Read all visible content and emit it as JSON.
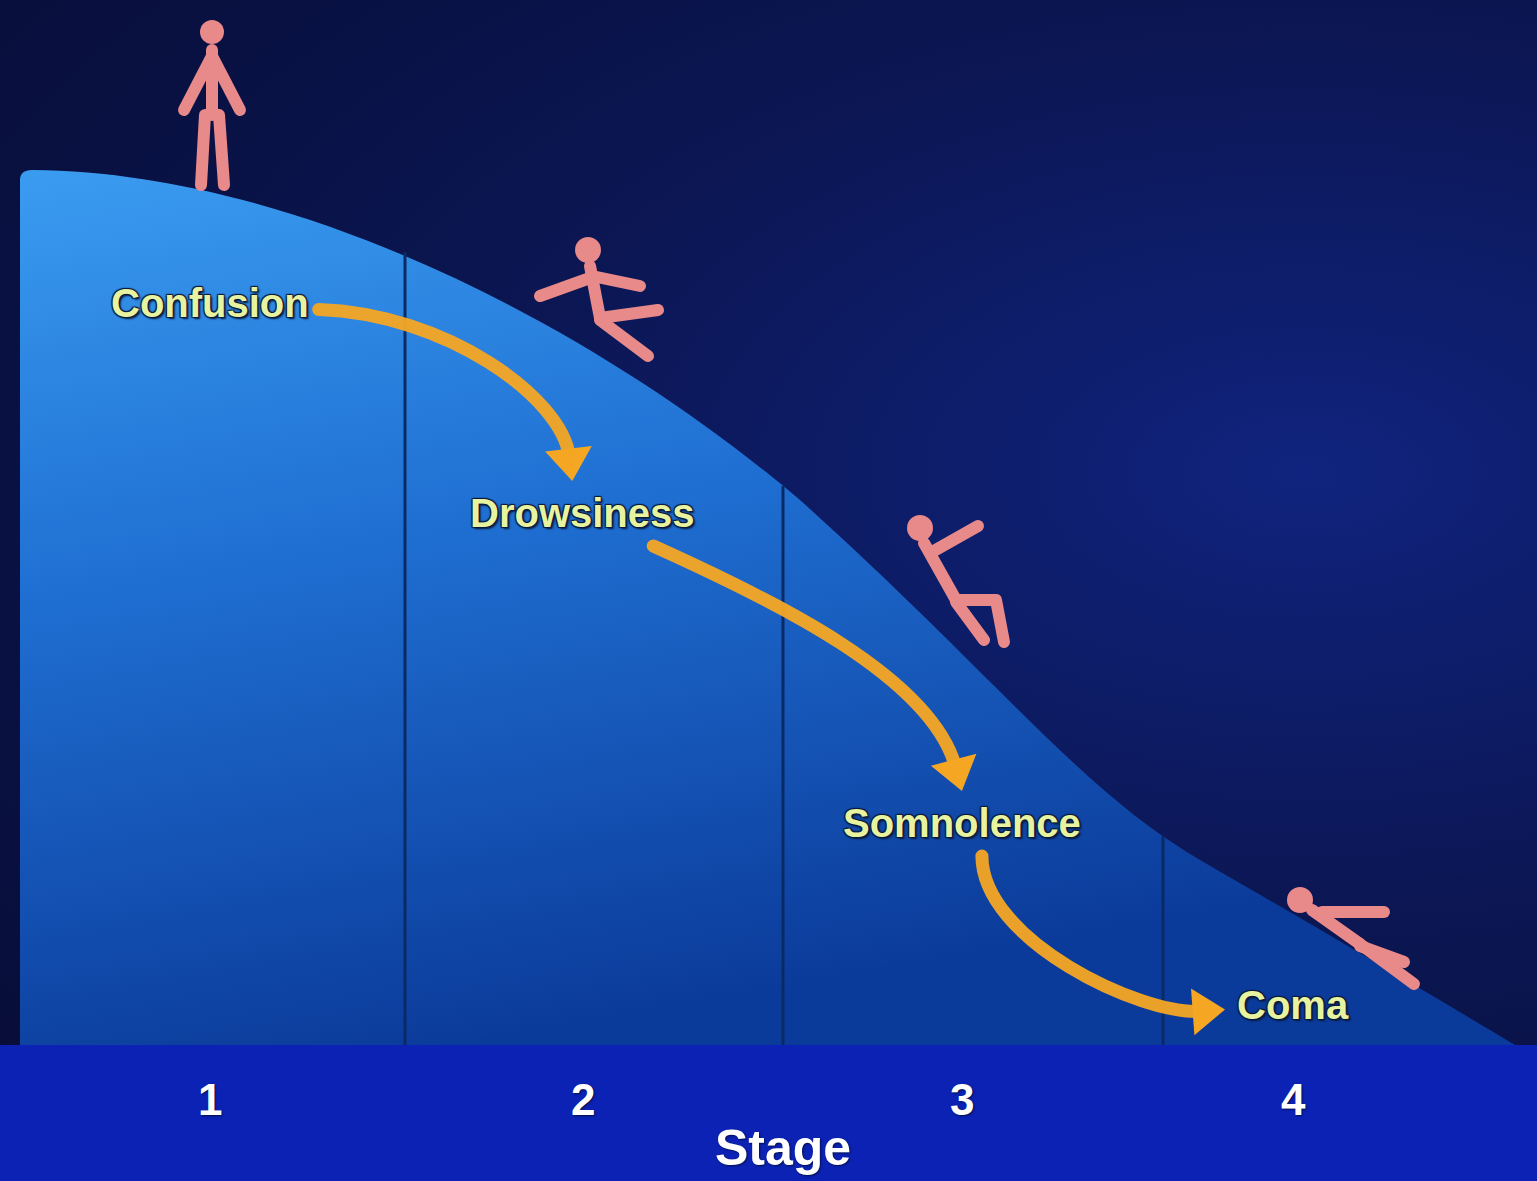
{
  "diagram": {
    "nodes": [
      {
        "text": [
          "Confusion"
        ]
      },
      {
        "text": [
          "Drowsiness"
        ]
      },
      {
        "text": [
          "Somnolence"
        ]
      },
      {
        "text": [
          "Coma"
        ]
      }
    ],
    "edges": [
      {
        "from": 0,
        "to": 1,
        "arrow": "to"
      },
      {
        "from": 1,
        "to": 2,
        "arrow": "to"
      },
      {
        "from": 2,
        "to": 3,
        "arrow": "to"
      }
    ],
    "labels": [
      "1",
      "2",
      "3",
      "4",
      "Stage"
    ]
  }
}
